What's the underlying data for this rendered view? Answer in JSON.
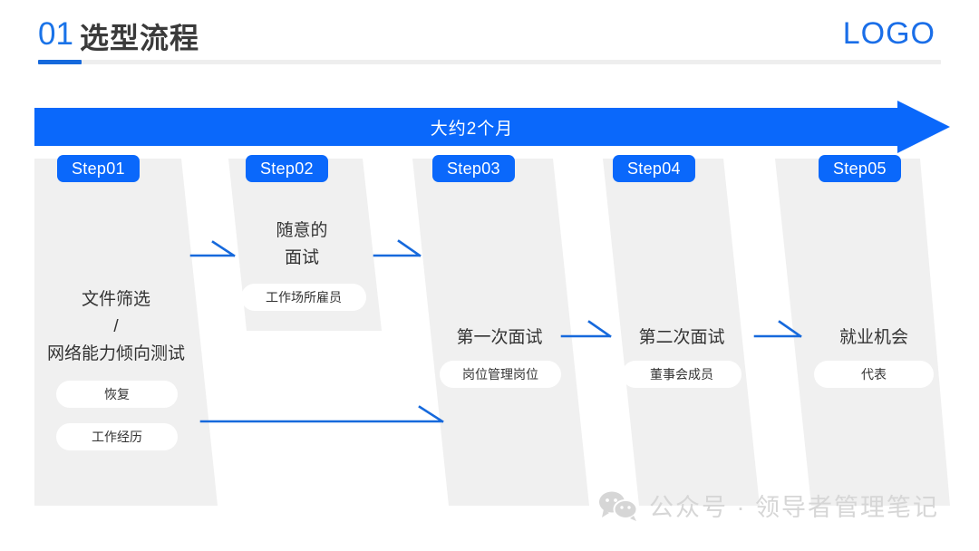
{
  "header": {
    "number": "01",
    "title": "选型流程",
    "logo": "LOGO"
  },
  "banner": {
    "label": "大约2个月"
  },
  "steps": [
    {
      "badge": "Step01",
      "title": "文件筛选\n/\n网络能力倾向测试",
      "pills": [
        "恢复",
        "工作经历"
      ]
    },
    {
      "badge": "Step02",
      "title": "随意的\n面试",
      "pills": [
        "工作场所雇员"
      ]
    },
    {
      "badge": "Step03",
      "title": "第一次面试",
      "pills": [
        "岗位管理岗位"
      ]
    },
    {
      "badge": "Step04",
      "title": "第二次面试",
      "pills": [
        "董事会成员"
      ]
    },
    {
      "badge": "Step05",
      "title": "就业机会",
      "pills": [
        "代表"
      ]
    }
  ],
  "watermark": {
    "icon": "wechat-icon",
    "text": "公众号 · 领导者管理笔记"
  },
  "colors": {
    "accent_blue": "#0a68fb",
    "arrow_blue": "#1669dc",
    "column_gray": "#f0f0f0",
    "title_gray": "#3a3a3a",
    "watermark_gray": "#d6d6d6"
  }
}
